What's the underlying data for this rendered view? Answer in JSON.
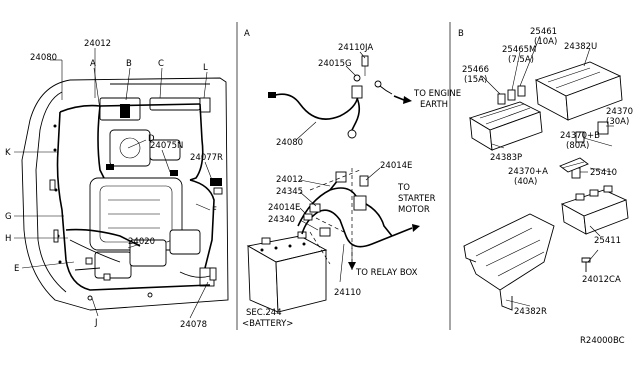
{
  "panels": {
    "left": {
      "callouts": {
        "c24080": "24080",
        "c24012": "24012",
        "cA": "A",
        "cB": "B",
        "cC": "C",
        "cL": "L",
        "cD": "D",
        "cK": "K",
        "c24075N": "24075N",
        "c24077R": "24077R",
        "cF": "F",
        "cG": "G",
        "cH": "H",
        "c24020": "24020",
        "cE": "E",
        "cJ": "J",
        "c24078": "24078"
      }
    },
    "a": {
      "panel_letter": "A",
      "callouts": {
        "c24110JA": "24110JA",
        "c24015G": "24015G",
        "engine_earth_1": "TO ENGINE",
        "engine_earth_2": "EARTH",
        "c24080": "24080",
        "c24012": "24012",
        "c24014E_top": "24014E",
        "c24345": "24345",
        "c24014E_mid": "24014E",
        "c24340": "24340",
        "starter_1": "TO",
        "starter_2": "STARTER",
        "starter_3": "MOTOR",
        "relay_box": "TO RELAY BOX",
        "c24110": "24110",
        "battery_1": "SEC.244",
        "battery_2": "<BATTERY>"
      }
    },
    "b": {
      "panel_letter": "B",
      "callouts": {
        "c25461": "25461",
        "c25461_amp": "(10A)",
        "c25465M": "25465M",
        "c25465M_amp": "(7.5A)",
        "c25466": "25466",
        "c25466_amp": "(15A)",
        "c24382U": "24382U",
        "c24370": "24370",
        "c24370_amp": "(30A)",
        "c24370B": "24370+B",
        "c24370B_amp": "(80A)",
        "c24383P": "24383P",
        "c24370A": "24370+A",
        "c24370A_amp": "(40A)",
        "c25410": "25410",
        "c25411": "25411",
        "c24012CA": "24012CA",
        "c24382R": "24382R"
      }
    }
  },
  "diagram_code": "R24000BC"
}
